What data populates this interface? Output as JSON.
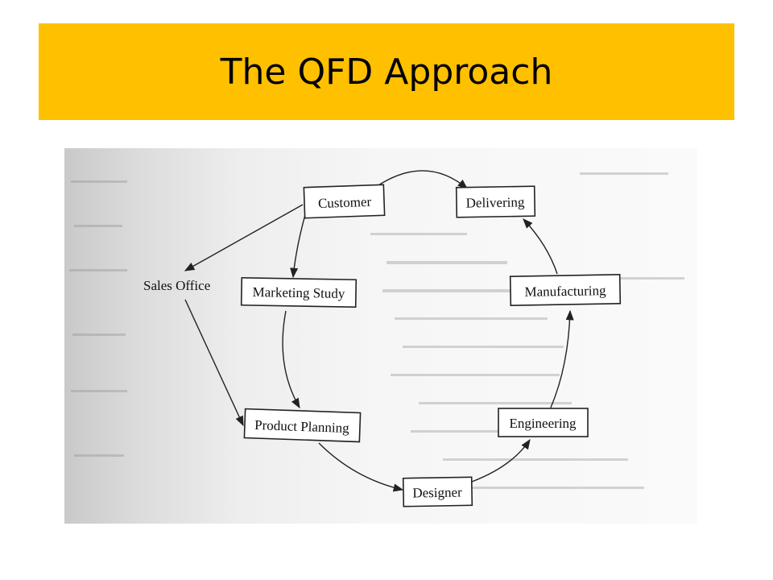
{
  "slide": {
    "title": "The QFD Approach",
    "title_bar_color": "#FFC000"
  },
  "diagram": {
    "nodes": {
      "customer": "Customer",
      "delivering": "Delivering",
      "marketing_study": "Marketing Study",
      "manufacturing": "Manufacturing",
      "sales_office": "Sales Office",
      "product_planning": "Product Planning",
      "engineering": "Engineering",
      "designer": "Designer"
    }
  }
}
